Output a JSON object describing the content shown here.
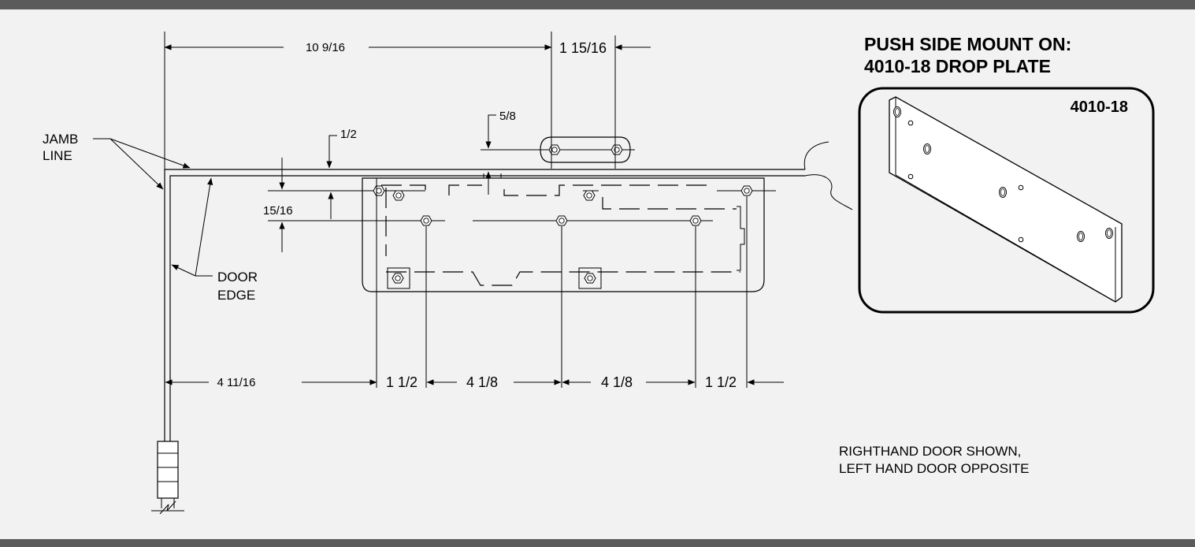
{
  "colors": {
    "band": "#5b5b5b",
    "background": "#f2f2f2",
    "ink": "#000000"
  },
  "dimensions": {
    "top_overall": "10 9/16",
    "top_arm": "1 15/16",
    "arm_offset": "5/8",
    "jamb_offset": "1/2",
    "hole_vertical": "15/16",
    "bottom_1": "4 11/16",
    "bottom_2": "1 1/2",
    "bottom_3": "4 1/8",
    "bottom_4": "4 1/8",
    "bottom_5": "1 1/2"
  },
  "labels": {
    "jamb_line_1": "JAMB",
    "jamb_line_2": "LINE",
    "door_edge_1": "DOOR",
    "door_edge_2": "EDGE"
  },
  "mount_title": {
    "line1": "PUSH SIDE MOUNT ON:",
    "line2": "4010-18 DROP PLATE"
  },
  "plate_label": "4010-18",
  "note": {
    "line1": "RIGHTHAND DOOR SHOWN,",
    "line2": "LEFT HAND DOOR OPPOSITE"
  }
}
